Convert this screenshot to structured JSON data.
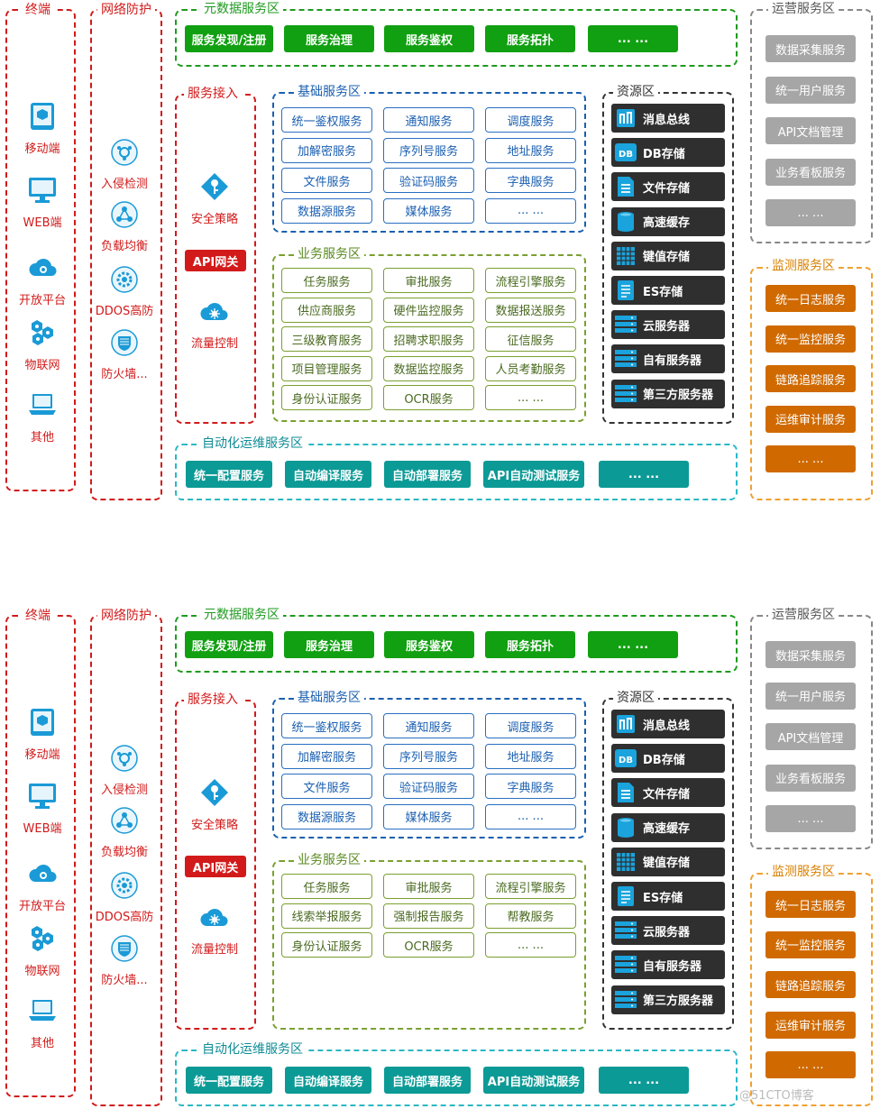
{
  "sections": [
    {
      "terminal": {
        "title": "终端",
        "items": [
          "移动端",
          "WEB端",
          "开放平台",
          "物联网",
          "其他"
        ]
      },
      "network": {
        "title": "网络防护",
        "items": [
          "入侵检测",
          "负载均衡",
          "DDOS高防",
          "防火墙..."
        ]
      },
      "meta": {
        "title": "元数据服务区",
        "items": [
          "服务发现/注册",
          "服务治理",
          "服务鉴权",
          "服务拓扑",
          "... ..."
        ]
      },
      "access": {
        "title": "服务接入",
        "items": [
          "安全策略",
          "API网关",
          "流量控制"
        ]
      },
      "basic": {
        "title": "基础服务区",
        "items": [
          "统一鉴权服务",
          "通知服务",
          "调度服务",
          "加解密服务",
          "序列号服务",
          "地址服务",
          "文件服务",
          "验证码服务",
          "字典服务",
          "数据源服务",
          "媒体服务",
          "... ..."
        ]
      },
      "business": {
        "title": "业务服务区",
        "items": [
          "任务服务",
          "审批服务",
          "流程引擎服务",
          "供应商服务",
          "硬件监控服务",
          "数据报送服务",
          "三级教育服务",
          "招聘求职服务",
          "征信服务",
          "项目管理服务",
          "数据监控服务",
          "人员考勤服务",
          "身份认证服务",
          "OCR服务",
          "... ..."
        ]
      },
      "resource": {
        "title": "资源区",
        "items": [
          "消息总线",
          "DB存储",
          "文件存储",
          "高速缓存",
          "键值存储",
          "ES存储",
          "云服务器",
          "自有服务器",
          "第三方服务器"
        ]
      },
      "ops": {
        "title": "运营服务区",
        "items": [
          "数据采集服务",
          "统一用户服务",
          "API文档管理",
          "业务看板服务",
          "... ..."
        ]
      },
      "monitor": {
        "title": "监测服务区",
        "items": [
          "统一日志服务",
          "统一监控服务",
          "链路追踪服务",
          "运维审计服务",
          "... ..."
        ]
      },
      "auto": {
        "title": "自动化运维服务区",
        "items": [
          "统一配置服务",
          "自动编译服务",
          "自动部署服务",
          "API自动测试服务",
          "... ..."
        ]
      }
    },
    {
      "terminal": {
        "title": "终端",
        "items": [
          "移动端",
          "WEB端",
          "开放平台",
          "物联网",
          "其他"
        ]
      },
      "network": {
        "title": "网络防护",
        "items": [
          "入侵检测",
          "负载均衡",
          "DDOS高防",
          "防火墙..."
        ]
      },
      "meta": {
        "title": "元数据服务区",
        "items": [
          "服务发现/注册",
          "服务治理",
          "服务鉴权",
          "服务拓扑",
          "... ..."
        ]
      },
      "access": {
        "title": "服务接入",
        "items": [
          "安全策略",
          "API网关",
          "流量控制"
        ]
      },
      "basic": {
        "title": "基础服务区",
        "items": [
          "统一鉴权服务",
          "通知服务",
          "调度服务",
          "加解密服务",
          "序列号服务",
          "地址服务",
          "文件服务",
          "验证码服务",
          "字典服务",
          "数据源服务",
          "媒体服务",
          "... ..."
        ]
      },
      "business": {
        "title": "业务服务区",
        "items": [
          "任务服务",
          "审批服务",
          "流程引擎服务",
          "线索举报服务",
          "强制报告服务",
          "帮教服务",
          "身份认证服务",
          "OCR服务",
          "... ..."
        ]
      },
      "resource": {
        "title": "资源区",
        "items": [
          "消息总线",
          "DB存储",
          "文件存储",
          "高速缓存",
          "键值存储",
          "ES存储",
          "云服务器",
          "自有服务器",
          "第三方服务器"
        ]
      },
      "ops": {
        "title": "运营服务区",
        "items": [
          "数据采集服务",
          "统一用户服务",
          "API文档管理",
          "业务看板服务",
          "... ..."
        ]
      },
      "monitor": {
        "title": "监测服务区",
        "items": [
          "统一日志服务",
          "统一监控服务",
          "链路追踪服务",
          "运维审计服务",
          "... ..."
        ]
      },
      "auto": {
        "title": "自动化运维服务区",
        "items": [
          "统一配置服务",
          "自动编译服务",
          "自动部署服务",
          "API自动测试服务",
          "... ..."
        ]
      }
    }
  ],
  "watermark": "@51CTO博客"
}
